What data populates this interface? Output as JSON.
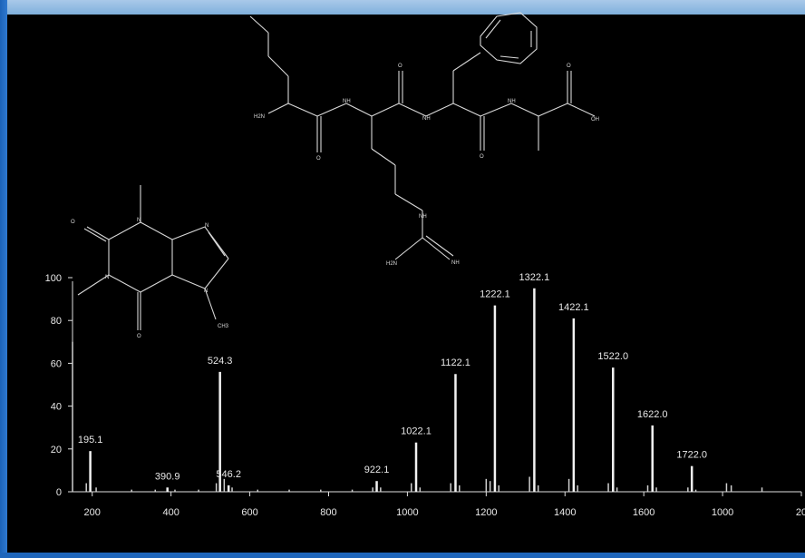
{
  "chart_data": {
    "type": "bar",
    "title": "",
    "xlabel": "",
    "ylabel": "",
    "xlim": [
      150,
      2000
    ],
    "ylim": [
      0,
      100
    ],
    "x_ticks": [
      {
        "value": 200,
        "label": "200"
      },
      {
        "value": 400,
        "label": "400"
      },
      {
        "value": 600,
        "label": "600"
      },
      {
        "value": 800,
        "label": "800"
      },
      {
        "value": 1000,
        "label": "1000"
      },
      {
        "value": 1200,
        "label": "1200"
      },
      {
        "value": 1400,
        "label": "1400"
      },
      {
        "value": 1600,
        "label": "1600"
      },
      {
        "value": 1800,
        "label": "1000"
      },
      {
        "value": 2000,
        "label": "20"
      }
    ],
    "y_ticks": [
      {
        "value": 0,
        "label": "0"
      },
      {
        "value": 20,
        "label": "20"
      },
      {
        "value": 40,
        "label": "40"
      },
      {
        "value": 60,
        "label": "60"
      },
      {
        "value": 80,
        "label": "80"
      },
      {
        "value": 100,
        "label": "100"
      }
    ],
    "peaks": [
      {
        "x": 195.1,
        "y": 19,
        "label": "195.1"
      },
      {
        "x": 390.9,
        "y": 2,
        "label": "390.9"
      },
      {
        "x": 524.3,
        "y": 56,
        "label": "524.3"
      },
      {
        "x": 546.2,
        "y": 3,
        "label": "546.2"
      },
      {
        "x": 922.1,
        "y": 5,
        "label": "922.1"
      },
      {
        "x": 1022.1,
        "y": 23,
        "label": "1022.1"
      },
      {
        "x": 1122.1,
        "y": 55,
        "label": "1122.1"
      },
      {
        "x": 1222.1,
        "y": 87,
        "label": "1222.1"
      },
      {
        "x": 1322.1,
        "y": 95,
        "label": "1322.1"
      },
      {
        "x": 1422.1,
        "y": 81,
        "label": "1422.1"
      },
      {
        "x": 1522.0,
        "y": 58,
        "label": "1522.0"
      },
      {
        "x": 1622.0,
        "y": 31,
        "label": "1622.0"
      },
      {
        "x": 1722.0,
        "y": 12,
        "label": "1722.0"
      }
    ],
    "minor_peaks": [
      {
        "x": 150,
        "y": 70
      },
      {
        "x": 185,
        "y": 4
      },
      {
        "x": 210,
        "y": 2
      },
      {
        "x": 300,
        "y": 1
      },
      {
        "x": 360,
        "y": 1
      },
      {
        "x": 410,
        "y": 1
      },
      {
        "x": 470,
        "y": 1
      },
      {
        "x": 515,
        "y": 4
      },
      {
        "x": 535,
        "y": 6
      },
      {
        "x": 555,
        "y": 2
      },
      {
        "x": 620,
        "y": 1
      },
      {
        "x": 700,
        "y": 1
      },
      {
        "x": 780,
        "y": 1
      },
      {
        "x": 860,
        "y": 1
      },
      {
        "x": 912,
        "y": 2
      },
      {
        "x": 932,
        "y": 2
      },
      {
        "x": 1010,
        "y": 4
      },
      {
        "x": 1032,
        "y": 2
      },
      {
        "x": 1110,
        "y": 4
      },
      {
        "x": 1132,
        "y": 3
      },
      {
        "x": 1200,
        "y": 6
      },
      {
        "x": 1210,
        "y": 5
      },
      {
        "x": 1232,
        "y": 3
      },
      {
        "x": 1310,
        "y": 7
      },
      {
        "x": 1332,
        "y": 3
      },
      {
        "x": 1410,
        "y": 6
      },
      {
        "x": 1432,
        "y": 3
      },
      {
        "x": 1510,
        "y": 4
      },
      {
        "x": 1532,
        "y": 2
      },
      {
        "x": 1610,
        "y": 3
      },
      {
        "x": 1632,
        "y": 2
      },
      {
        "x": 1712,
        "y": 2
      },
      {
        "x": 1732,
        "y": 1
      },
      {
        "x": 1810,
        "y": 4
      },
      {
        "x": 1822,
        "y": 3
      },
      {
        "x": 1900,
        "y": 2
      }
    ]
  },
  "structures": {
    "caffeine_atoms": [
      "O",
      "N",
      "N",
      "N",
      "N",
      "O",
      "CH3"
    ],
    "peptide_atoms": [
      "H2N",
      "O",
      "NH",
      "O",
      "NH",
      "O",
      "NH",
      "O",
      "OH",
      "NH",
      "H2N",
      "NH"
    ]
  }
}
